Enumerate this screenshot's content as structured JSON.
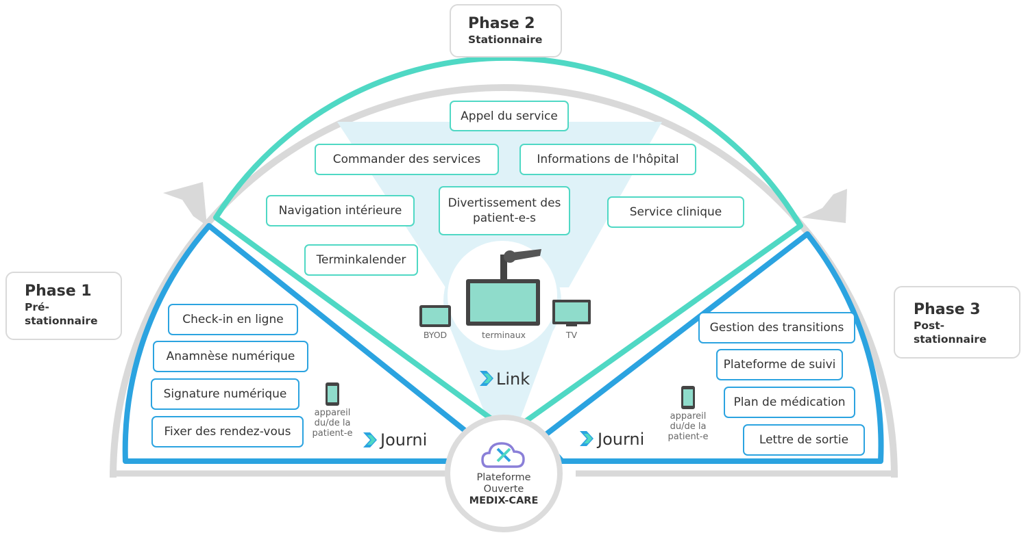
{
  "phases": {
    "p1": {
      "title": "Phase 1",
      "subtitle_l1": "Pré-",
      "subtitle_l2": "stationnaire"
    },
    "p2": {
      "title": "Phase 2",
      "subtitle": "Stationnaire"
    },
    "p3": {
      "title": "Phase 3",
      "subtitle_l1": "Post-",
      "subtitle_l2": "stationnaire"
    }
  },
  "stationary_services": [
    "Appel du service",
    "Commander des services",
    "Informations de l'hôpital",
    "Navigation intérieure",
    "Divertissement des patient-e-s",
    "Service clinique",
    "Terminkalender"
  ],
  "pre_services": [
    "Check-in en ligne",
    "Anamnèse numérique",
    "Signature numérique",
    "Fixer des rendez-vous"
  ],
  "post_services": [
    "Gestion des transitions",
    "Plateforme de suivi",
    "Plan de médication",
    "Lettre de sortie"
  ],
  "devices": {
    "byod": "BYOD",
    "terminals": "terminaux",
    "tv": "TV"
  },
  "brands": {
    "link": "Link",
    "journi_left": "Journi",
    "journi_right": "Journi"
  },
  "patient_device": {
    "l1": "appareil",
    "l2": "du/de la",
    "l3": "patient-e"
  },
  "core": {
    "l1": "Plateforme",
    "l2": "Ouverte",
    "l3": "MEDIX-CARE"
  },
  "colors": {
    "teal": "#4fd8c4",
    "blue": "#2ba3e0",
    "gray": "#d9d9d9",
    "device": "#8fdccb",
    "fan": "#dff2f8"
  },
  "icons": [
    "device-arm-icon",
    "tablet-icon",
    "monitor-icon",
    "tv-icon",
    "phone-icon",
    "chevron-logo-icon",
    "cloud-logo-icon"
  ]
}
